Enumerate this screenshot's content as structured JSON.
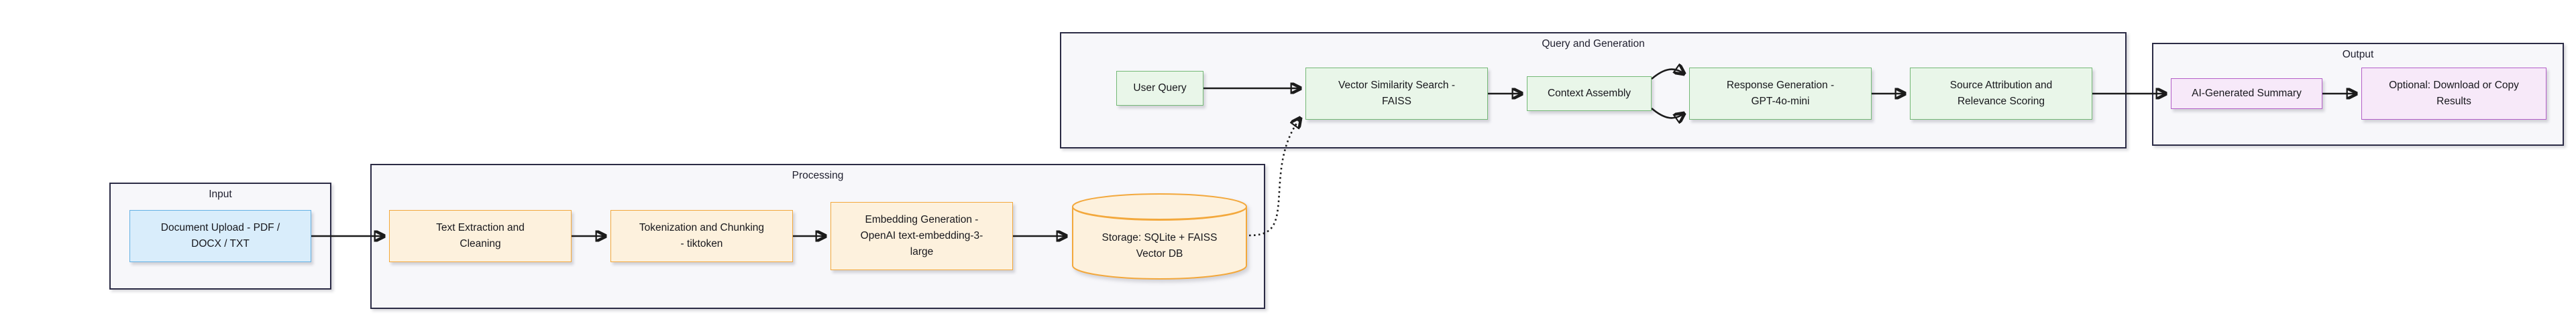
{
  "diagram": {
    "type": "flowchart",
    "direction": "left-to-right",
    "groups": {
      "input": {
        "label": "Input"
      },
      "processing": {
        "label": "Processing"
      },
      "query": {
        "label": "Query and Generation"
      },
      "output": {
        "label": "Output"
      }
    },
    "nodes": {
      "doc_upload": {
        "label": "Document Upload - PDF /\nDOCX / TXT",
        "group": "input",
        "shape": "rect",
        "color_role": "input-blue"
      },
      "text_extraction": {
        "label": "Text Extraction and\nCleaning",
        "group": "processing",
        "shape": "rect",
        "color_role": "process-orange"
      },
      "tokenization": {
        "label": "Tokenization and Chunking\n- tiktoken",
        "group": "processing",
        "shape": "rect",
        "color_role": "process-orange"
      },
      "embedding": {
        "label": "Embedding Generation -\nOpenAI text-embedding-3-\nlarge",
        "group": "processing",
        "shape": "rect",
        "color_role": "process-orange"
      },
      "storage": {
        "label": "Storage: SQLite + FAISS\nVector DB",
        "group": "processing",
        "shape": "cylinder",
        "color_role": "process-orange"
      },
      "user_query": {
        "label": "User Query",
        "group": "query",
        "shape": "rect",
        "color_role": "query-green"
      },
      "vector_search": {
        "label": "Vector Similarity Search -\nFAISS",
        "group": "query",
        "shape": "rect",
        "color_role": "query-green"
      },
      "context_assembly": {
        "label": "Context Assembly",
        "group": "query",
        "shape": "rect",
        "color_role": "query-green"
      },
      "response_gen": {
        "label": "Response Generation -\nGPT-4o-mini",
        "group": "query",
        "shape": "rect",
        "color_role": "query-green"
      },
      "source_attr": {
        "label": "Source Attribution and\nRelevance Scoring",
        "group": "query",
        "shape": "rect",
        "color_role": "query-green"
      },
      "ai_summary": {
        "label": "AI-Generated Summary",
        "group": "output",
        "shape": "rect",
        "color_role": "output-purple"
      },
      "optional_download": {
        "label": "Optional: Download or Copy\nResults",
        "group": "output",
        "shape": "rect",
        "color_role": "output-purple"
      }
    },
    "edges": [
      {
        "from": "doc_upload",
        "to": "text_extraction",
        "style": "solid"
      },
      {
        "from": "text_extraction",
        "to": "tokenization",
        "style": "solid"
      },
      {
        "from": "tokenization",
        "to": "embedding",
        "style": "solid"
      },
      {
        "from": "embedding",
        "to": "storage",
        "style": "solid"
      },
      {
        "from": "storage",
        "to": "vector_search",
        "style": "dotted"
      },
      {
        "from": "user_query",
        "to": "vector_search",
        "style": "solid"
      },
      {
        "from": "vector_search",
        "to": "context_assembly",
        "style": "solid"
      },
      {
        "from": "context_assembly",
        "to": "response_gen",
        "style": "solid",
        "route": "upper-curve"
      },
      {
        "from": "context_assembly",
        "to": "response_gen",
        "style": "solid",
        "route": "lower-curve"
      },
      {
        "from": "response_gen",
        "to": "source_attr",
        "style": "solid"
      },
      {
        "from": "source_attr",
        "to": "ai_summary",
        "style": "solid"
      },
      {
        "from": "ai_summary",
        "to": "optional_download",
        "style": "solid"
      }
    ],
    "palette": {
      "input_fill": "#d9edfb",
      "input_border": "#64b1e4",
      "process_fill": "#fdf1dd",
      "process_border": "#f3a83c",
      "query_fill": "#e9f6e9",
      "query_border": "#74b876",
      "output_fill": "#f7e9f9",
      "output_border": "#b45fc8",
      "group_fill": "#f7f7fa",
      "group_border": "#2b2b45",
      "edge_color": "#1b1b1b",
      "text_color": "#17171c",
      "background": "#ffffff"
    }
  }
}
